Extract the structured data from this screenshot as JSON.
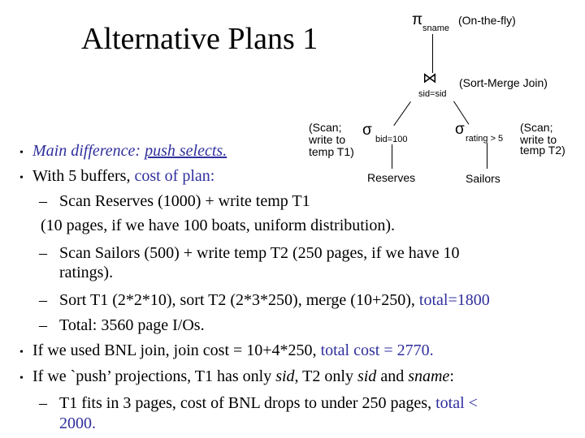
{
  "title": "Alternative Plans 1",
  "tree": {
    "pi": "π",
    "proj_sub": "sname",
    "proj_note": "(On-the-fly)",
    "join_symbol": "⋈",
    "join_note": "(Sort-Merge Join)",
    "join_cond": "sid=sid",
    "left_note_1": "(Scan;",
    "left_note_2": "write to",
    "left_note_3": "temp T1)",
    "sigma": "σ",
    "left_sel_sub": "bid=100",
    "right_sel_sub": "rating > 5",
    "right_note_1": "(Scan;",
    "right_note_2": "write to",
    "right_note_3": "temp T2)",
    "rel_left": "Reserves",
    "rel_right": "Sailors"
  },
  "bullets": {
    "b1_part1": "Main difference:",
    "b1_part2": "push selects.",
    "b2_prefix": "With 5 buffers,",
    "b2_blue": "cost of plan:",
    "s1": "Scan Reserves (1000) + write temp T1",
    "s1b": "(10 pages, if we have 100 boats, uniform distribution).",
    "s2a": "Scan Sailors (500) + write temp T2 (250 pages, if we have 10",
    "s2b": "ratings).",
    "s3_prefix": "Sort T1 (2*2*10), sort T2 (2*3*250), merge (10+250),",
    "s3_blue": "total=1800",
    "s4": "Total:  3560 page I/Os.",
    "b3_prefix": "If we used BNL join, join cost = 10+4*250,",
    "b3_blue": "total cost = 2770.",
    "b4_p1": "If we `push’ projections, T1 has only",
    "b4_p2": "sid",
    "b4_p3": ", T2 only",
    "b4_p4": "sid",
    "b4_p5": "and",
    "b4_p6": "sname",
    "b4_p7": ":",
    "s5_prefix": "T1 fits in 3 pages, cost of BNL drops to under 250 pages,",
    "s5_blue": "total <",
    "s5b_blue": "2000."
  },
  "colors": {
    "accent": "#2f2f9e",
    "text": "#000000"
  },
  "symbols": {
    "bullet": "•",
    "dash": "–"
  }
}
